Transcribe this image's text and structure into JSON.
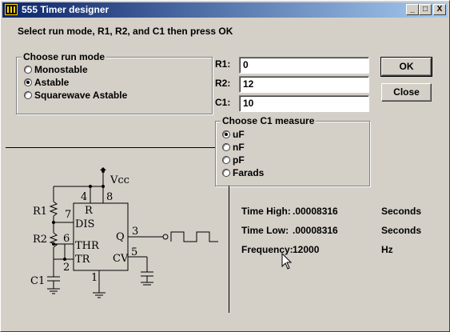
{
  "window": {
    "title": "555 Timer designer"
  },
  "caption_buttons": {
    "minimize": "_",
    "maximize": "□",
    "close": "X"
  },
  "instructions": "Select run mode, R1, R2, and C1 then press OK",
  "run_mode": {
    "title": "Choose run mode",
    "options": [
      {
        "label": "Monostable",
        "selected": false
      },
      {
        "label": "Astable",
        "selected": true
      },
      {
        "label": "Squarewave Astable",
        "selected": false
      }
    ]
  },
  "inputs": {
    "r1": {
      "label": "R1:",
      "value": "0"
    },
    "r2": {
      "label": "R2:",
      "value": "12"
    },
    "c1": {
      "label": "C1:",
      "value": "10"
    }
  },
  "buttons": {
    "ok": "OK",
    "close": "Close"
  },
  "c1_measure": {
    "title": "Choose C1 measure",
    "options": [
      {
        "label": "uF",
        "selected": true
      },
      {
        "label": "nF",
        "selected": false
      },
      {
        "label": "pF",
        "selected": false
      },
      {
        "label": "Farads",
        "selected": false
      }
    ]
  },
  "results": {
    "time_high": {
      "label": "Time High:",
      "value": ".00008316",
      "unit": "Seconds"
    },
    "time_low": {
      "label": "Time Low:",
      "value": ".00008316",
      "unit": "Seconds"
    },
    "frequency": {
      "label": "Frequency:",
      "value": "12000",
      "unit": "Hz"
    }
  },
  "schematic": {
    "vcc": "Vcc",
    "r1": "R1",
    "r2": "R2",
    "c1": "C1",
    "pin_r": "R",
    "pin_dis": "DIS",
    "pin_thr": "THR",
    "pin_tr": "TR",
    "pin_q": "Q",
    "pin_cv": "CV",
    "n1": "1",
    "n2": "2",
    "n3": "3",
    "n4": "4",
    "n5": "5",
    "n6": "6",
    "n7": "7",
    "n8": "8"
  }
}
